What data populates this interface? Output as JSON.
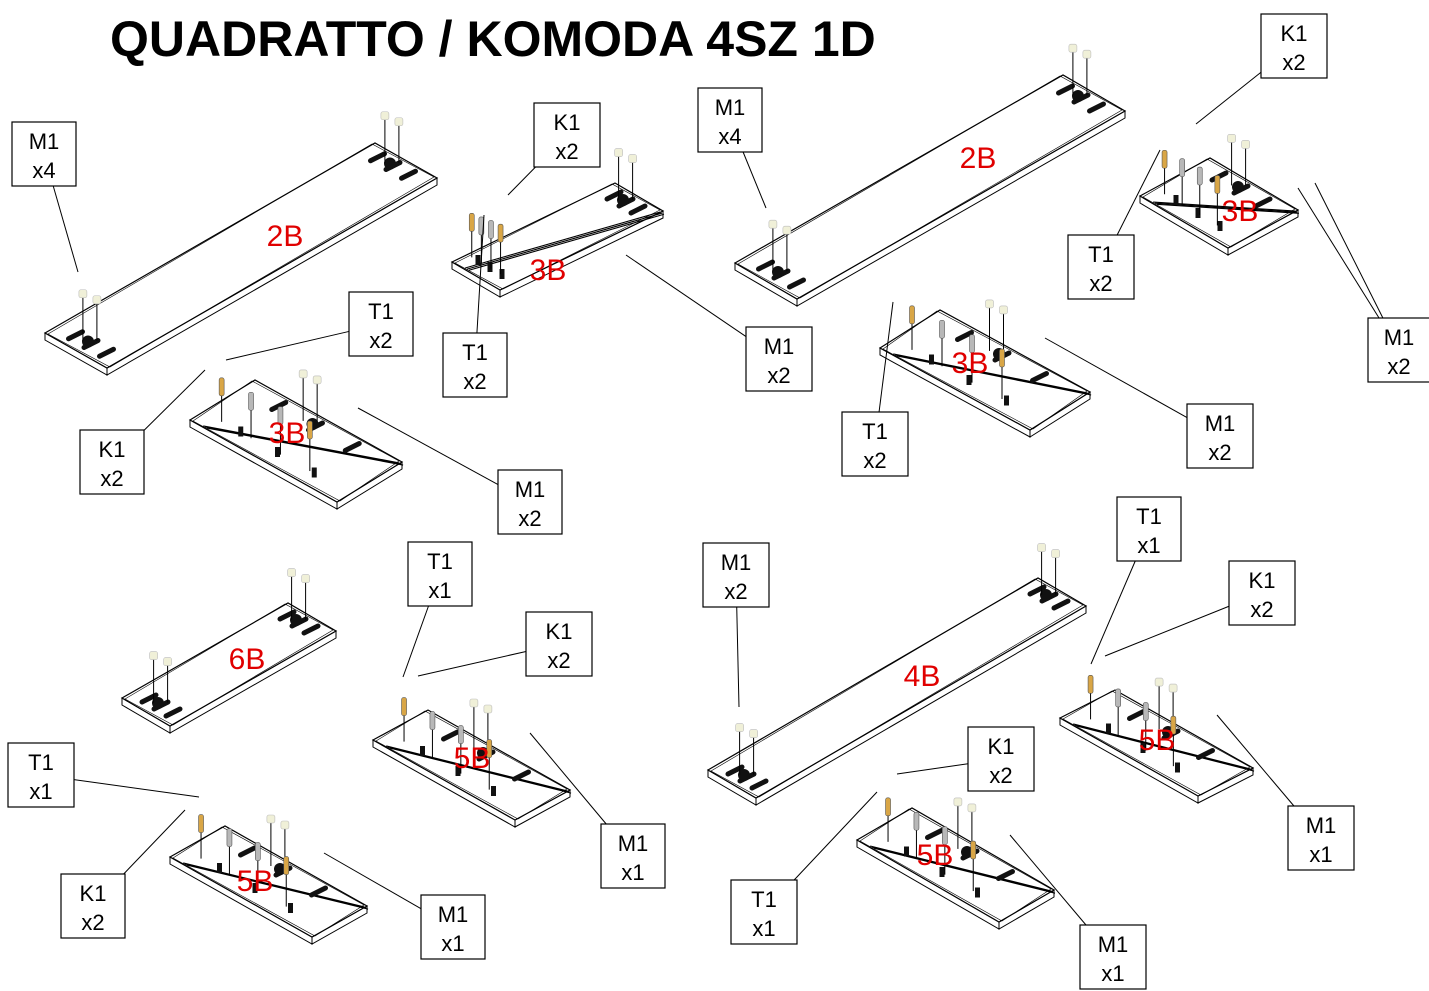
{
  "title": "QUADRATTO / KOMODA 4SZ 1D",
  "colors": {
    "part_label": "#e00000",
    "line": "#000000",
    "cam": "#d9a646",
    "pin": "#b8b8b8",
    "dowel": "#f0f0d8"
  },
  "panels": [
    {
      "id": "p1",
      "label": "2B"
    },
    {
      "id": "p2",
      "label": "3B"
    },
    {
      "id": "p3",
      "label": "3B"
    },
    {
      "id": "p4",
      "label": "2B"
    },
    {
      "id": "p5",
      "label": "3B"
    },
    {
      "id": "p6",
      "label": "3B"
    },
    {
      "id": "p7",
      "label": "6B"
    },
    {
      "id": "p8",
      "label": "5B"
    },
    {
      "id": "p9",
      "label": "5B"
    },
    {
      "id": "p10",
      "label": "4B"
    },
    {
      "id": "p11",
      "label": "5B"
    },
    {
      "id": "p12",
      "label": "5B"
    }
  ],
  "callouts": [
    {
      "code": "M1",
      "qty": "x4"
    },
    {
      "code": "K1",
      "qty": "x2"
    },
    {
      "code": "T1",
      "qty": "x2"
    },
    {
      "code": "K1",
      "qty": "x2"
    },
    {
      "code": "T1",
      "qty": "x2"
    },
    {
      "code": "M1",
      "qty": "x2"
    },
    {
      "code": "M1",
      "qty": "x2"
    },
    {
      "code": "M1",
      "qty": "x4"
    },
    {
      "code": "K1",
      "qty": "x2"
    },
    {
      "code": "T1",
      "qty": "x2"
    },
    {
      "code": "M1",
      "qty": "x2"
    },
    {
      "code": "T1",
      "qty": "x2"
    },
    {
      "code": "M1",
      "qty": "x2"
    },
    {
      "code": "T1",
      "qty": "x1"
    },
    {
      "code": "K1",
      "qty": "x2"
    },
    {
      "code": "M1",
      "qty": "x1"
    },
    {
      "code": "T1",
      "qty": "x1"
    },
    {
      "code": "K1",
      "qty": "x2"
    },
    {
      "code": "M1",
      "qty": "x1"
    },
    {
      "code": "M1",
      "qty": "x2"
    },
    {
      "code": "T1",
      "qty": "x1"
    },
    {
      "code": "K1",
      "qty": "x2"
    },
    {
      "code": "M1",
      "qty": "x1"
    },
    {
      "code": "K1",
      "qty": "x2"
    },
    {
      "code": "T1",
      "qty": "x1"
    },
    {
      "code": "M1",
      "qty": "x1"
    }
  ]
}
